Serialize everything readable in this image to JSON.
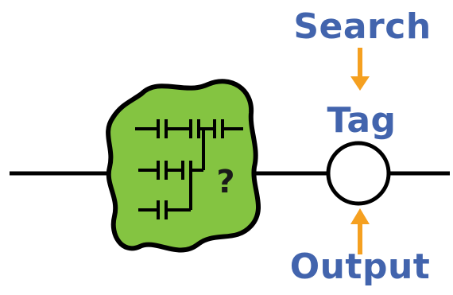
{
  "diagram": {
    "labels": {
      "search": "Search",
      "tag": "Tag",
      "output": "Output",
      "unknown_logic": "?"
    },
    "colors": {
      "label_blue": "#4264ad",
      "arrow_orange": "#f5a020",
      "blob_green": "#84c441",
      "line_black": "#000000",
      "coil_fill": "#ffffff"
    },
    "icons": {
      "logic_block": "ladder-logic-contacts-icon",
      "coil": "output-coil-icon",
      "arrow_down": "arrow-down-icon",
      "arrow_up": "arrow-up-icon"
    }
  }
}
